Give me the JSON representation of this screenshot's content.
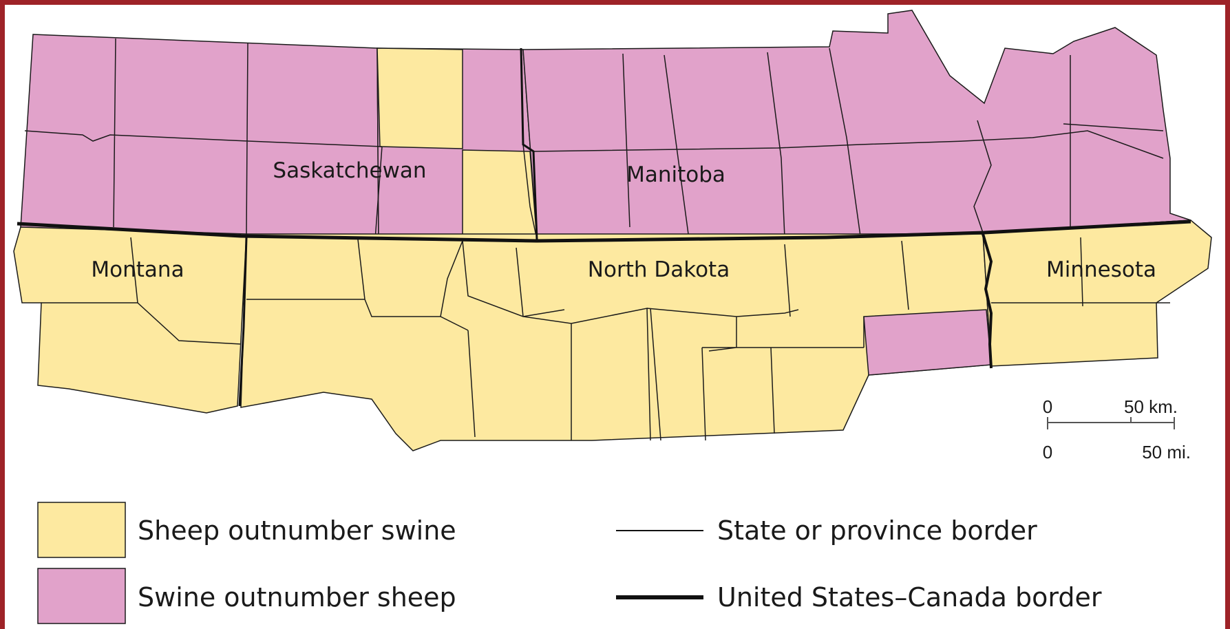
{
  "colors": {
    "frame": "#9e2328",
    "sheep_fill": "#fde9a0",
    "swine_fill": "#e1a2ca",
    "border_line": "#1a1a1a"
  },
  "map": {
    "regions": [
      {
        "id": "saskatchewan",
        "label": "Saskatchewan",
        "country": "Canada"
      },
      {
        "id": "manitoba",
        "label": "Manitoba",
        "country": "Canada"
      },
      {
        "id": "montana",
        "label": "Montana",
        "country": "United States"
      },
      {
        "id": "north-dakota",
        "label": "North Dakota",
        "country": "United States"
      },
      {
        "id": "minnesota",
        "label": "Minnesota",
        "country": "United States"
      }
    ],
    "dominant_livestock": {
      "canada_side": "Swine outnumber sheep (except two central Saskatchewan divisions)",
      "us_side": "Sheep outnumber swine (except one eastern North Dakota county)"
    }
  },
  "labels": {
    "saskatchewan": "Saskatchewan",
    "manitoba": "Manitoba",
    "montana": "Montana",
    "north_dakota": "North Dakota",
    "minnesota": "Minnesota"
  },
  "scale": {
    "km_zero": "0",
    "km_label": "50 km.",
    "mi_zero": "0",
    "mi_label": "50 mi."
  },
  "legend": {
    "sheep_label": "Sheep outnumber swine",
    "swine_label": "Swine outnumber sheep",
    "state_border_label": "State or province border",
    "national_border_label": "United States–Canada border"
  }
}
